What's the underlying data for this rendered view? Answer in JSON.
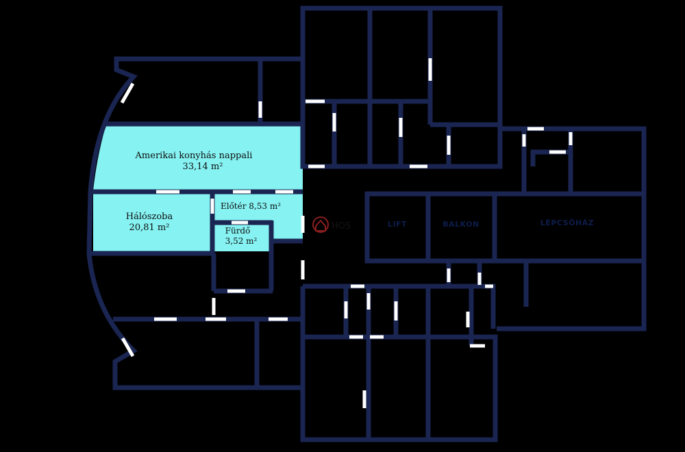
{
  "colors": {
    "background": "#000000",
    "wall": "#1a2551",
    "highlight": "#86f2f2",
    "door": "#ffffff",
    "label": "#0e0e0e",
    "logo": "#8a1e1e"
  },
  "rooms": {
    "living": {
      "name": "Amerikai konyhás nappali",
      "area": "33,14 m²"
    },
    "bedroom": {
      "name": "Hálószoba",
      "area": "20,81 m²"
    },
    "hall": {
      "name": "Előtér 8,53 m²"
    },
    "bath": {
      "name": "Fürdő",
      "area": "3,52 m²"
    },
    "lift": {
      "name": "LIFT"
    },
    "balcony": {
      "name": "BALKON"
    },
    "stairs": {
      "name": "LÉPCSŐHÁZ"
    }
  },
  "watermark": {
    "text": "HOS",
    "icon": "house-logo-icon"
  }
}
